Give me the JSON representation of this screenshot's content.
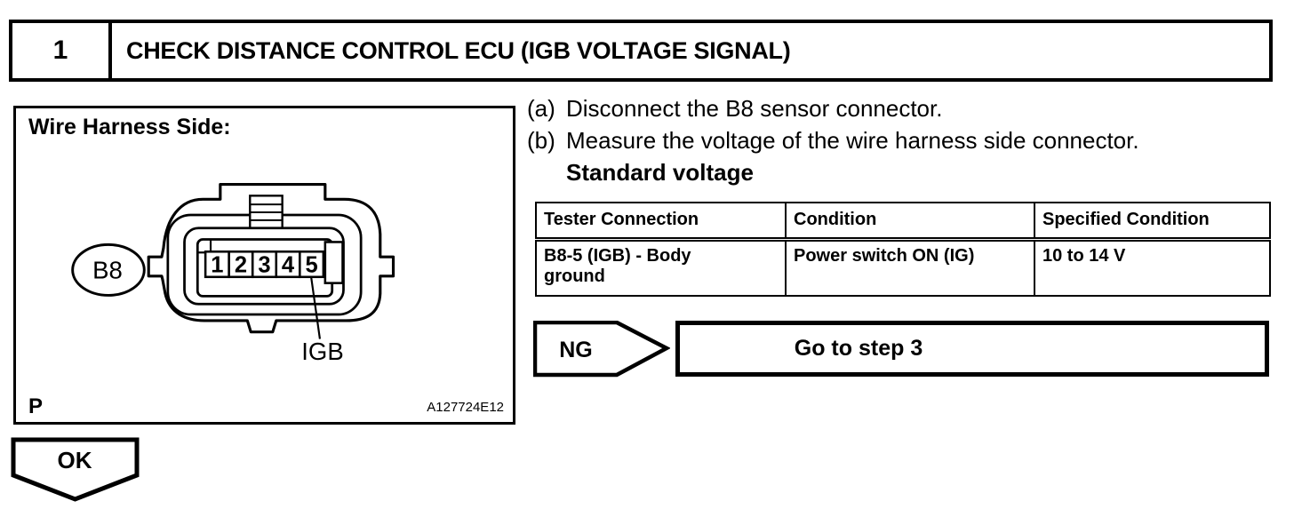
{
  "step": {
    "number": "1",
    "title": "CHECK DISTANCE CONTROL ECU (IGB VOLTAGE SIGNAL)"
  },
  "diagram": {
    "caption": "Wire Harness Side:",
    "connector_id": "B8",
    "pins": [
      "1",
      "2",
      "3",
      "4",
      "5"
    ],
    "pin_callout": "IGB",
    "page_marker": "P",
    "figure_id": "A127724E12"
  },
  "instructions": [
    {
      "marker": "(a)",
      "text": "Disconnect the B8 sensor connector."
    },
    {
      "marker": "(b)",
      "text": "Measure the voltage of the wire harness side connector."
    }
  ],
  "subheading": "Standard voltage",
  "spec_table": {
    "headers": [
      "Tester Connection",
      "Condition",
      "Specified Condition"
    ],
    "rows": [
      {
        "tester_connection": "B8-5 (IGB) - Body\nground",
        "condition": "Power switch ON (IG)",
        "specified_condition": "10 to 14 V"
      }
    ]
  },
  "decision": {
    "ng_label": "NG",
    "ng_result": "Go to step 3",
    "ok_label": "OK"
  }
}
